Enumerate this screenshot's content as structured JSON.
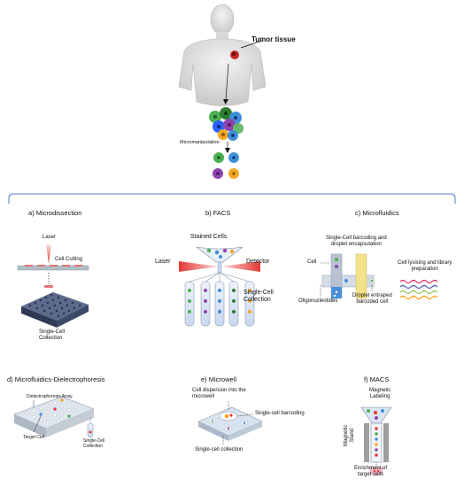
{
  "top": {
    "tumor_label": "Tumor tissue",
    "micromanipulation_label": "Micromanipulation"
  },
  "panels": {
    "a": {
      "title": "a) Microdissection",
      "laser": "Laser",
      "cell_cutting": "Cell Cutting",
      "collection": "Single-Cell\nCollection"
    },
    "b": {
      "title": "b) FACS",
      "stained": "Stained Cells",
      "laser": "Laser",
      "detector": "Detector",
      "collection": "Single-Cell\nCollection"
    },
    "c": {
      "title": "c) Microfluidics",
      "barcoding": "Single-Cell barcoding and\ndroplet encapsulation",
      "cell": "Cell",
      "oligos": "Oligonucleotides",
      "droplet": "Droplet entraped\nbarcoded cell",
      "lysing": "Cell lysising and library\npreparation"
    },
    "d": {
      "title": "d) Microfluidics-Dielectrophoresis",
      "array": "Dielectrophoresis Array",
      "target": "Target Cell",
      "collection": "Single-Cell\nCollection"
    },
    "e": {
      "title": "e) Microwell",
      "dispersion": "Cell dispersion into the\nmicrowell",
      "barcoding": "Single-cell barcoding",
      "collection": "Single-cell collection"
    },
    "f": {
      "title": "f) MACS",
      "labeling": "Magnetic\nLabeling",
      "stand": "Magnetic\nStand",
      "enrichment": "Enrichment of\ntarget cells"
    }
  },
  "colors": {
    "accent_blue": "#3f51b5",
    "laser_red": "#e53935",
    "well_plate": "#3d4a66",
    "channel_blue": "#4a90d9",
    "channel_yellow": "#f2e28a",
    "bracket": "#4a78c8"
  }
}
